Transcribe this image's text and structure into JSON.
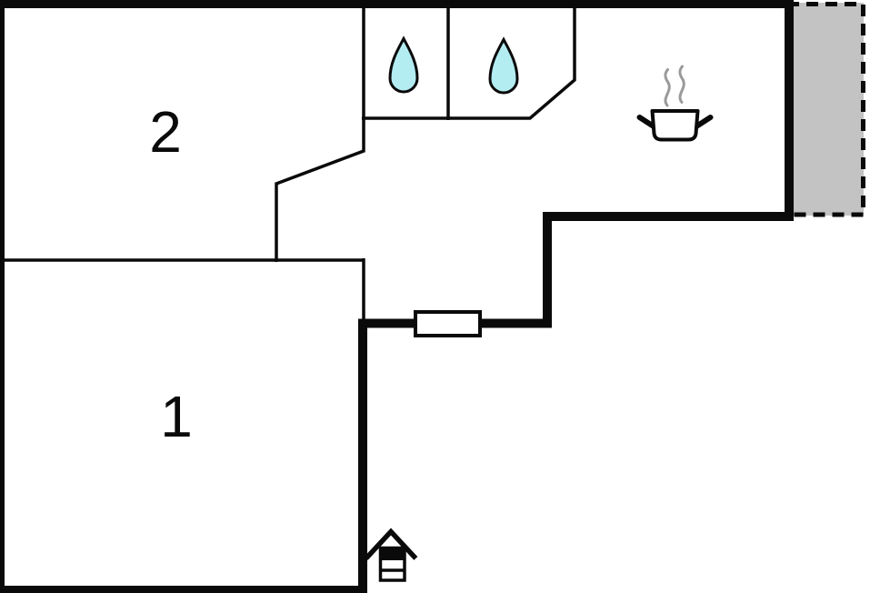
{
  "rooms": [
    {
      "label": "2",
      "name": "room-2"
    },
    {
      "label": "1",
      "name": "room-1"
    }
  ],
  "icons": [
    {
      "name": "water-drop-icon",
      "meaning": "bathroom-shower",
      "count": 2
    },
    {
      "name": "cooking-pot-icon",
      "meaning": "kitchen-stove",
      "count": 1
    },
    {
      "name": "entrance-house-icon",
      "meaning": "main-entrance",
      "count": 1
    }
  ],
  "areas": [
    {
      "name": "bathroom-compartment-left"
    },
    {
      "name": "bathroom-compartment-right"
    },
    {
      "name": "kitchen-living-area"
    },
    {
      "name": "terrace"
    },
    {
      "name": "hallway"
    }
  ],
  "colors": {
    "wall": "#0a0a0a",
    "background": "#ffffff",
    "terrace_fill": "#c3c3c3",
    "water_drop_fill": "#b3edf2",
    "steam": "#9a9a9a"
  }
}
